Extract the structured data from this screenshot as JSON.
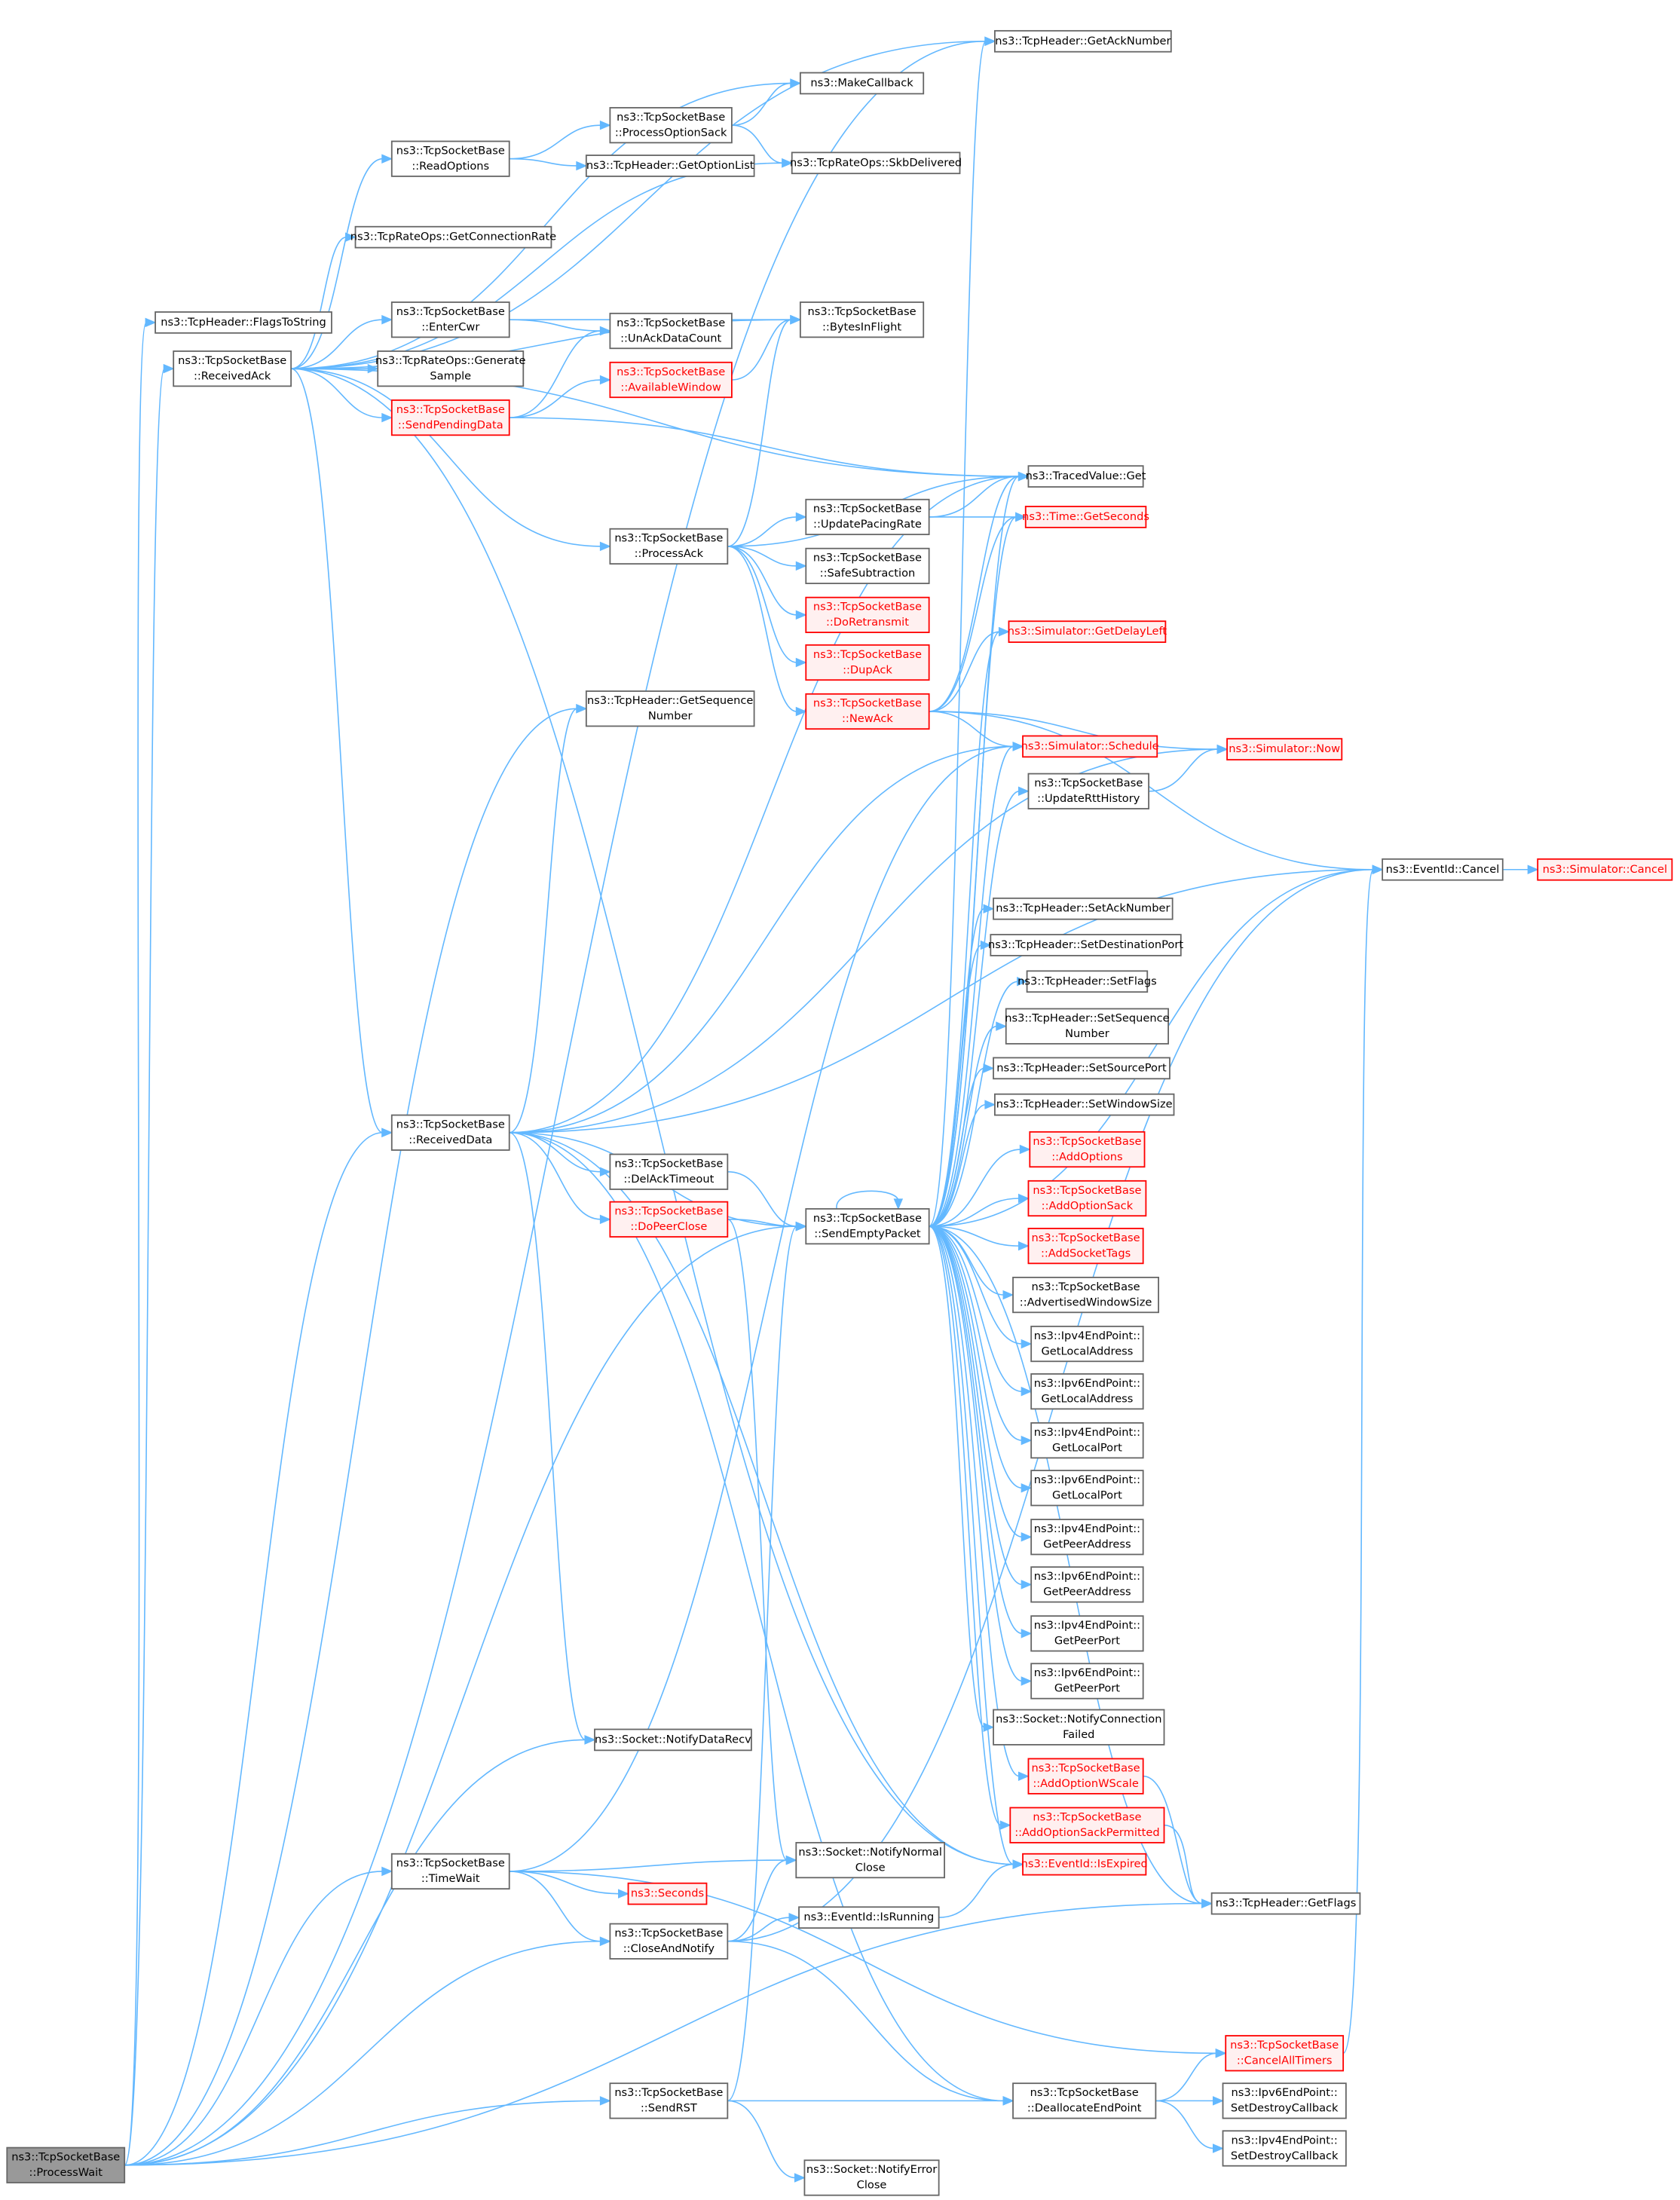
{
  "colors": {
    "edge": "#63b8ff",
    "node_border": "#666666",
    "root_fill": "#999999",
    "missing_border": "#ff0000",
    "missing_fill": "#fff0f0"
  },
  "nodes": [
    {
      "id": "ProcessWait",
      "lines": [
        "ns3::TcpSocketBase",
        "::ProcessWait"
      ],
      "kind": "root"
    },
    {
      "id": "GetAckNumber",
      "lines": [
        "ns3::TcpHeader::GetAckNumber"
      ],
      "kind": "normal"
    },
    {
      "id": "MakeCallback",
      "lines": [
        "ns3::MakeCallback"
      ],
      "kind": "normal"
    },
    {
      "id": "ProcessOptionSack",
      "lines": [
        "ns3::TcpSocketBase",
        "::ProcessOptionSack"
      ],
      "kind": "normal"
    },
    {
      "id": "ReadOptions",
      "lines": [
        "ns3::TcpSocketBase",
        "::ReadOptions"
      ],
      "kind": "normal"
    },
    {
      "id": "GetOptionList",
      "lines": [
        "ns3::TcpHeader::GetOptionList"
      ],
      "kind": "normal"
    },
    {
      "id": "SkbDelivered",
      "lines": [
        "ns3::TcpRateOps::SkbDelivered"
      ],
      "kind": "normal"
    },
    {
      "id": "GetConnectionRate",
      "lines": [
        "ns3::TcpRateOps::GetConnectionRate"
      ],
      "kind": "normal"
    },
    {
      "id": "FlagsToString",
      "lines": [
        "ns3::TcpHeader::FlagsToString"
      ],
      "kind": "normal"
    },
    {
      "id": "EnterCwr",
      "lines": [
        "ns3::TcpSocketBase",
        "::EnterCwr"
      ],
      "kind": "normal"
    },
    {
      "id": "BytesInFlight",
      "lines": [
        "ns3::TcpSocketBase",
        "::BytesInFlight"
      ],
      "kind": "normal"
    },
    {
      "id": "UnAckDataCount",
      "lines": [
        "ns3::TcpSocketBase",
        "::UnAckDataCount"
      ],
      "kind": "normal"
    },
    {
      "id": "ReceivedAck",
      "lines": [
        "ns3::TcpSocketBase",
        "::ReceivedAck"
      ],
      "kind": "normal"
    },
    {
      "id": "GenerateSample",
      "lines": [
        "ns3::TcpRateOps::Generate",
        "Sample"
      ],
      "kind": "normal"
    },
    {
      "id": "AvailableWindow",
      "lines": [
        "ns3::TcpSocketBase",
        "::AvailableWindow"
      ],
      "kind": "red"
    },
    {
      "id": "SendPendingData",
      "lines": [
        "ns3::TcpSocketBase",
        "::SendPendingData"
      ],
      "kind": "red"
    },
    {
      "id": "TracedValueGet",
      "lines": [
        "ns3::TracedValue::Get"
      ],
      "kind": "normal"
    },
    {
      "id": "UpdatePacingRate",
      "lines": [
        "ns3::TcpSocketBase",
        "::UpdatePacingRate"
      ],
      "kind": "normal"
    },
    {
      "id": "TimeGetSeconds",
      "lines": [
        "ns3::Time::GetSeconds"
      ],
      "kind": "red"
    },
    {
      "id": "ProcessAck",
      "lines": [
        "ns3::TcpSocketBase",
        "::ProcessAck"
      ],
      "kind": "normal"
    },
    {
      "id": "SafeSubtraction",
      "lines": [
        "ns3::TcpSocketBase",
        "::SafeSubtraction"
      ],
      "kind": "normal"
    },
    {
      "id": "DoRetransmit",
      "lines": [
        "ns3::TcpSocketBase",
        "::DoRetransmit"
      ],
      "kind": "red"
    },
    {
      "id": "GetDelayLeft",
      "lines": [
        "ns3::Simulator::GetDelayLeft"
      ],
      "kind": "red"
    },
    {
      "id": "DupAck",
      "lines": [
        "ns3::TcpSocketBase",
        "::DupAck"
      ],
      "kind": "red"
    },
    {
      "id": "GetSequenceNumber",
      "lines": [
        "ns3::TcpHeader::GetSequence",
        "Number"
      ],
      "kind": "normal"
    },
    {
      "id": "NewAck",
      "lines": [
        "ns3::TcpSocketBase",
        "::NewAck"
      ],
      "kind": "red"
    },
    {
      "id": "SimulatorSchedule",
      "lines": [
        "ns3::Simulator::Schedule"
      ],
      "kind": "red"
    },
    {
      "id": "SimulatorNow",
      "lines": [
        "ns3::Simulator::Now"
      ],
      "kind": "red"
    },
    {
      "id": "UpdateRttHistory",
      "lines": [
        "ns3::TcpSocketBase",
        "::UpdateRttHistory"
      ],
      "kind": "normal"
    },
    {
      "id": "EventIdCancel",
      "lines": [
        "ns3::EventId::Cancel"
      ],
      "kind": "normal"
    },
    {
      "id": "SimulatorCancel",
      "lines": [
        "ns3::Simulator::Cancel"
      ],
      "kind": "red"
    },
    {
      "id": "SetAckNumber",
      "lines": [
        "ns3::TcpHeader::SetAckNumber"
      ],
      "kind": "normal"
    },
    {
      "id": "SetDestinationPort",
      "lines": [
        "ns3::TcpHeader::SetDestinationPort"
      ],
      "kind": "normal"
    },
    {
      "id": "SetFlags",
      "lines": [
        "ns3::TcpHeader::SetFlags"
      ],
      "kind": "normal"
    },
    {
      "id": "SetSequenceNumber",
      "lines": [
        "ns3::TcpHeader::SetSequence",
        "Number"
      ],
      "kind": "normal"
    },
    {
      "id": "SetSourcePort",
      "lines": [
        "ns3::TcpHeader::SetSourcePort"
      ],
      "kind": "normal"
    },
    {
      "id": "SetWindowSize",
      "lines": [
        "ns3::TcpHeader::SetWindowSize"
      ],
      "kind": "normal"
    },
    {
      "id": "ReceivedData",
      "lines": [
        "ns3::TcpSocketBase",
        "::ReceivedData"
      ],
      "kind": "normal"
    },
    {
      "id": "AddOptions",
      "lines": [
        "ns3::TcpSocketBase",
        "::AddOptions"
      ],
      "kind": "red"
    },
    {
      "id": "DelAckTimeout",
      "lines": [
        "ns3::TcpSocketBase",
        "::DelAckTimeout"
      ],
      "kind": "normal"
    },
    {
      "id": "AddOptionSack",
      "lines": [
        "ns3::TcpSocketBase",
        "::AddOptionSack"
      ],
      "kind": "red"
    },
    {
      "id": "DoPeerClose",
      "lines": [
        "ns3::TcpSocketBase",
        "::DoPeerClose"
      ],
      "kind": "red"
    },
    {
      "id": "SendEmptyPacket",
      "lines": [
        "ns3::TcpSocketBase",
        "::SendEmptyPacket"
      ],
      "kind": "normal"
    },
    {
      "id": "AddSocketTags",
      "lines": [
        "ns3::TcpSocketBase",
        "::AddSocketTags"
      ],
      "kind": "red"
    },
    {
      "id": "AdvertisedWindowSize",
      "lines": [
        "ns3::TcpSocketBase",
        "::AdvertisedWindowSize"
      ],
      "kind": "normal"
    },
    {
      "id": "Ipv4GetLocalAddress",
      "lines": [
        "ns3::Ipv4EndPoint::",
        "GetLocalAddress"
      ],
      "kind": "normal"
    },
    {
      "id": "Ipv6GetLocalAddress",
      "lines": [
        "ns3::Ipv6EndPoint::",
        "GetLocalAddress"
      ],
      "kind": "normal"
    },
    {
      "id": "Ipv4GetLocalPort",
      "lines": [
        "ns3::Ipv4EndPoint::",
        "GetLocalPort"
      ],
      "kind": "normal"
    },
    {
      "id": "Ipv6GetLocalPort",
      "lines": [
        "ns3::Ipv6EndPoint::",
        "GetLocalPort"
      ],
      "kind": "normal"
    },
    {
      "id": "Ipv4GetPeerAddress",
      "lines": [
        "ns3::Ipv4EndPoint::",
        "GetPeerAddress"
      ],
      "kind": "normal"
    },
    {
      "id": "Ipv6GetPeerAddress",
      "lines": [
        "ns3::Ipv6EndPoint::",
        "GetPeerAddress"
      ],
      "kind": "normal"
    },
    {
      "id": "Ipv4GetPeerPort",
      "lines": [
        "ns3::Ipv4EndPoint::",
        "GetPeerPort"
      ],
      "kind": "normal"
    },
    {
      "id": "Ipv6GetPeerPort",
      "lines": [
        "ns3::Ipv6EndPoint::",
        "GetPeerPort"
      ],
      "kind": "normal"
    },
    {
      "id": "NotifyConnectionFailed",
      "lines": [
        "ns3::Socket::NotifyConnection",
        "Failed"
      ],
      "kind": "normal"
    },
    {
      "id": "NotifyDataRecv",
      "lines": [
        "ns3::Socket::NotifyDataRecv"
      ],
      "kind": "normal"
    },
    {
      "id": "AddOptionWScale",
      "lines": [
        "ns3::TcpSocketBase",
        "::AddOptionWScale"
      ],
      "kind": "red"
    },
    {
      "id": "AddOptionSackPermitted",
      "lines": [
        "ns3::TcpSocketBase",
        "::AddOptionSackPermitted"
      ],
      "kind": "red"
    },
    {
      "id": "TimeWait",
      "lines": [
        "ns3::TcpSocketBase",
        "::TimeWait"
      ],
      "kind": "normal"
    },
    {
      "id": "NotifyNormalClose",
      "lines": [
        "ns3::Socket::NotifyNormal",
        "Close"
      ],
      "kind": "normal"
    },
    {
      "id": "EventIdIsExpired",
      "lines": [
        "ns3::EventId::IsExpired"
      ],
      "kind": "red"
    },
    {
      "id": "Seconds",
      "lines": [
        "ns3::Seconds"
      ],
      "kind": "red"
    },
    {
      "id": "GetFlags",
      "lines": [
        "ns3::TcpHeader::GetFlags"
      ],
      "kind": "normal"
    },
    {
      "id": "CloseAndNotify",
      "lines": [
        "ns3::TcpSocketBase",
        "::CloseAndNotify"
      ],
      "kind": "normal"
    },
    {
      "id": "EventIdIsRunning",
      "lines": [
        "ns3::EventId::IsRunning"
      ],
      "kind": "normal"
    },
    {
      "id": "CancelAllTimers",
      "lines": [
        "ns3::TcpSocketBase",
        "::CancelAllTimers"
      ],
      "kind": "red"
    },
    {
      "id": "SendRST",
      "lines": [
        "ns3::TcpSocketBase",
        "::SendRST"
      ],
      "kind": "normal"
    },
    {
      "id": "DeallocateEndPoint",
      "lines": [
        "ns3::TcpSocketBase",
        "::DeallocateEndPoint"
      ],
      "kind": "normal"
    },
    {
      "id": "Ipv6SetDestroyCallback",
      "lines": [
        "ns3::Ipv6EndPoint::",
        "SetDestroyCallback"
      ],
      "kind": "normal"
    },
    {
      "id": "Ipv4SetDestroyCallback",
      "lines": [
        "ns3::Ipv4EndPoint::",
        "SetDestroyCallback"
      ],
      "kind": "normal"
    },
    {
      "id": "NotifyErrorClose",
      "lines": [
        "ns3::Socket::NotifyError",
        "Close"
      ],
      "kind": "normal"
    }
  ],
  "edges": [
    [
      "ProcessWait",
      "FlagsToString"
    ],
    [
      "ProcessWait",
      "GetAckNumber"
    ],
    [
      "ProcessWait",
      "ReceivedAck"
    ],
    [
      "ProcessWait",
      "GetSequenceNumber"
    ],
    [
      "ProcessWait",
      "ReceivedData"
    ],
    [
      "ProcessWait",
      "NotifyDataRecv"
    ],
    [
      "ProcessWait",
      "SendEmptyPacket"
    ],
    [
      "ProcessWait",
      "TimeWait"
    ],
    [
      "ProcessWait",
      "CloseAndNotify"
    ],
    [
      "ProcessWait",
      "GetFlags"
    ],
    [
      "ProcessWait",
      "SendRST"
    ],
    [
      "ReceivedAck",
      "GetAckNumber"
    ],
    [
      "ReceivedAck",
      "MakeCallback"
    ],
    [
      "ReceivedAck",
      "ReadOptions"
    ],
    [
      "ReceivedAck",
      "SkbDelivered"
    ],
    [
      "ReceivedAck",
      "GetConnectionRate"
    ],
    [
      "ReceivedAck",
      "EnterCwr"
    ],
    [
      "ReceivedAck",
      "BytesInFlight"
    ],
    [
      "ReceivedAck",
      "GenerateSample"
    ],
    [
      "ReceivedAck",
      "SendPendingData"
    ],
    [
      "ReceivedAck",
      "TracedValueGet"
    ],
    [
      "ReceivedAck",
      "ProcessAck"
    ],
    [
      "ReceivedAck",
      "ReceivedData"
    ],
    [
      "ReceivedAck",
      "EventIdIsExpired"
    ],
    [
      "ReadOptions",
      "ProcessOptionSack"
    ],
    [
      "ReadOptions",
      "GetOptionList"
    ],
    [
      "ProcessOptionSack",
      "MakeCallback"
    ],
    [
      "ProcessOptionSack",
      "SkbDelivered"
    ],
    [
      "EnterCwr",
      "BytesInFlight"
    ],
    [
      "EnterCwr",
      "UnAckDataCount"
    ],
    [
      "SendPendingData",
      "UnAckDataCount"
    ],
    [
      "SendPendingData",
      "AvailableWindow"
    ],
    [
      "SendPendingData",
      "TracedValueGet"
    ],
    [
      "AvailableWindow",
      "BytesInFlight"
    ],
    [
      "ProcessAck",
      "BytesInFlight"
    ],
    [
      "ProcessAck",
      "TracedValueGet"
    ],
    [
      "ProcessAck",
      "UpdatePacingRate"
    ],
    [
      "ProcessAck",
      "SafeSubtraction"
    ],
    [
      "ProcessAck",
      "DoRetransmit"
    ],
    [
      "ProcessAck",
      "DupAck"
    ],
    [
      "ProcessAck",
      "NewAck"
    ],
    [
      "UpdatePacingRate",
      "TracedValueGet"
    ],
    [
      "UpdatePacingRate",
      "TimeGetSeconds"
    ],
    [
      "NewAck",
      "TracedValueGet"
    ],
    [
      "NewAck",
      "TimeGetSeconds"
    ],
    [
      "NewAck",
      "GetDelayLeft"
    ],
    [
      "NewAck",
      "SimulatorNow"
    ],
    [
      "NewAck",
      "SimulatorSchedule"
    ],
    [
      "NewAck",
      "EventIdCancel"
    ],
    [
      "UpdateRttHistory",
      "SimulatorNow"
    ],
    [
      "EventIdCancel",
      "SimulatorCancel"
    ],
    [
      "ReceivedData",
      "GetSequenceNumber"
    ],
    [
      "ReceivedData",
      "TracedValueGet"
    ],
    [
      "ReceivedData",
      "SimulatorSchedule"
    ],
    [
      "ReceivedData",
      "SimulatorNow"
    ],
    [
      "ReceivedData",
      "EventIdCancel"
    ],
    [
      "ReceivedData",
      "DelAckTimeout"
    ],
    [
      "ReceivedData",
      "DoPeerClose"
    ],
    [
      "ReceivedData",
      "SendEmptyPacket"
    ],
    [
      "ReceivedData",
      "NotifyDataRecv"
    ],
    [
      "ReceivedData",
      "EventIdIsExpired"
    ],
    [
      "ReceivedData",
      "DeallocateEndPoint"
    ],
    [
      "DelAckTimeout",
      "SendEmptyPacket"
    ],
    [
      "DoPeerClose",
      "SendEmptyPacket"
    ],
    [
      "DoPeerClose",
      "NotifyNormalClose"
    ],
    [
      "SendEmptyPacket",
      "GetAckNumber"
    ],
    [
      "SendEmptyPacket",
      "TracedValueGet"
    ],
    [
      "SendEmptyPacket",
      "TimeGetSeconds"
    ],
    [
      "SendEmptyPacket",
      "GetDelayLeft"
    ],
    [
      "SendEmptyPacket",
      "SimulatorSchedule"
    ],
    [
      "SendEmptyPacket",
      "UpdateRttHistory"
    ],
    [
      "SendEmptyPacket",
      "EventIdCancel"
    ],
    [
      "SendEmptyPacket",
      "SetAckNumber"
    ],
    [
      "SendEmptyPacket",
      "SetDestinationPort"
    ],
    [
      "SendEmptyPacket",
      "SetFlags"
    ],
    [
      "SendEmptyPacket",
      "SetSequenceNumber"
    ],
    [
      "SendEmptyPacket",
      "SetSourcePort"
    ],
    [
      "SendEmptyPacket",
      "SetWindowSize"
    ],
    [
      "SendEmptyPacket",
      "AddOptions"
    ],
    [
      "SendEmptyPacket",
      "AddOptionSack"
    ],
    [
      "SendEmptyPacket",
      "AddSocketTags"
    ],
    [
      "SendEmptyPacket",
      "AdvertisedWindowSize"
    ],
    [
      "SendEmptyPacket",
      "Ipv4GetLocalAddress"
    ],
    [
      "SendEmptyPacket",
      "Ipv6GetLocalAddress"
    ],
    [
      "SendEmptyPacket",
      "Ipv4GetLocalPort"
    ],
    [
      "SendEmptyPacket",
      "Ipv6GetLocalPort"
    ],
    [
      "SendEmptyPacket",
      "Ipv4GetPeerAddress"
    ],
    [
      "SendEmptyPacket",
      "Ipv6GetPeerAddress"
    ],
    [
      "SendEmptyPacket",
      "Ipv4GetPeerPort"
    ],
    [
      "SendEmptyPacket",
      "Ipv6GetPeerPort"
    ],
    [
      "SendEmptyPacket",
      "NotifyConnectionFailed"
    ],
    [
      "SendEmptyPacket",
      "AddOptionWScale"
    ],
    [
      "SendEmptyPacket",
      "AddOptionSackPermitted"
    ],
    [
      "SendEmptyPacket",
      "EventIdIsExpired"
    ],
    [
      "SendEmptyPacket",
      "GetFlags"
    ],
    [
      "SendEmptyPacket",
      "SendEmptyPacket"
    ],
    [
      "AddOptionWScale",
      "GetFlags"
    ],
    [
      "AddOptionSackPermitted",
      "GetFlags"
    ],
    [
      "TimeWait",
      "SimulatorSchedule"
    ],
    [
      "TimeWait",
      "NotifyNormalClose"
    ],
    [
      "TimeWait",
      "Seconds"
    ],
    [
      "TimeWait",
      "CloseAndNotify"
    ],
    [
      "TimeWait",
      "CancelAllTimers"
    ],
    [
      "CloseAndNotify",
      "NotifyNormalClose"
    ],
    [
      "CloseAndNotify",
      "EventIdIsRunning"
    ],
    [
      "CloseAndNotify",
      "EventIdCancel"
    ],
    [
      "CloseAndNotify",
      "DeallocateEndPoint"
    ],
    [
      "EventIdIsRunning",
      "EventIdIsExpired"
    ],
    [
      "CancelAllTimers",
      "EventIdCancel"
    ],
    [
      "SendRST",
      "SendEmptyPacket"
    ],
    [
      "SendRST",
      "DeallocateEndPoint"
    ],
    [
      "SendRST",
      "NotifyErrorClose"
    ],
    [
      "DeallocateEndPoint",
      "CancelAllTimers"
    ],
    [
      "DeallocateEndPoint",
      "Ipv6SetDestroyCallback"
    ],
    [
      "DeallocateEndPoint",
      "Ipv4SetDestroyCallback"
    ]
  ]
}
